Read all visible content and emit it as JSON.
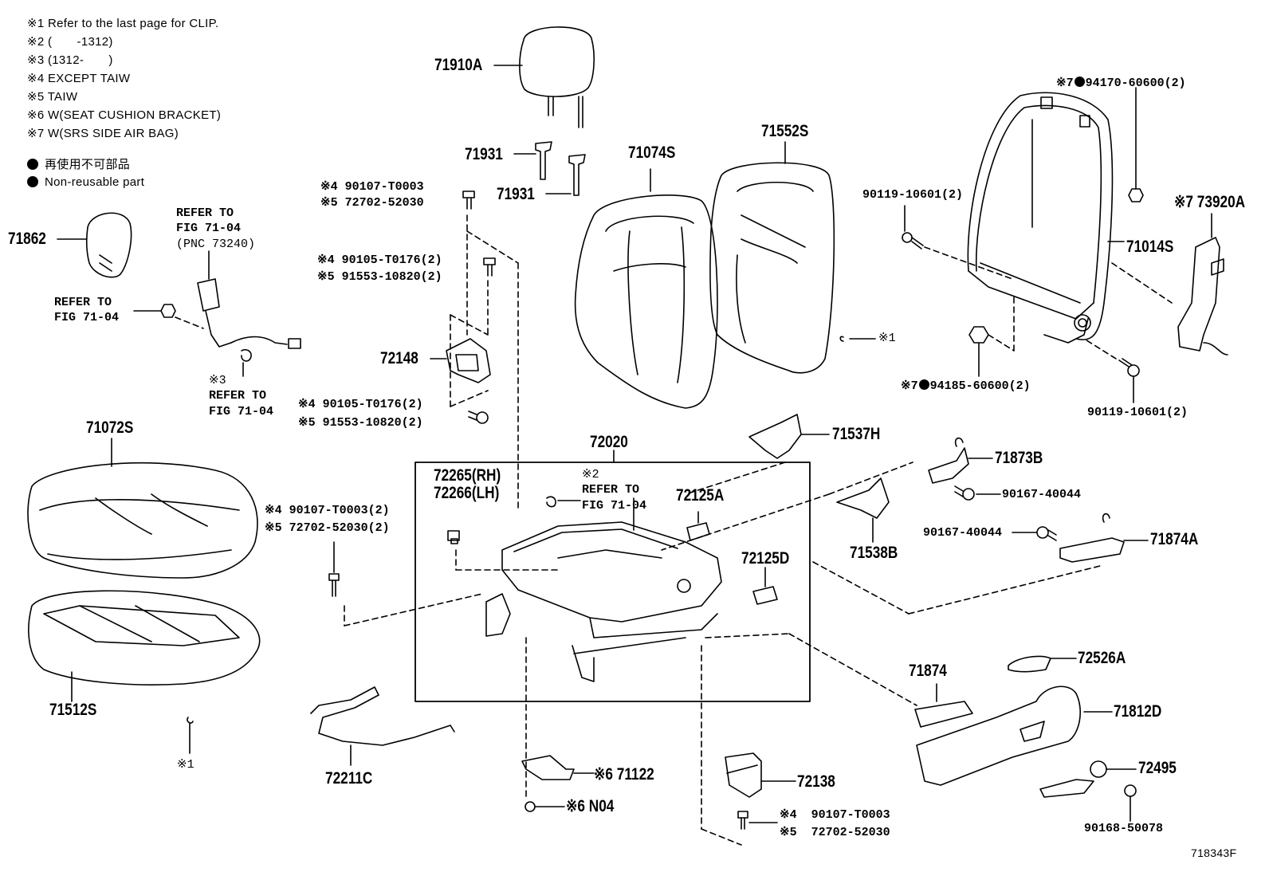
{
  "notes": {
    "n1": "※1 Refer to the last page for CLIP.",
    "n2": "※2 (       -1312)",
    "n3": "※3 (1312-       )",
    "n4": "※4 EXCEPT TAIW",
    "n5": "※5 TAIW",
    "n6": "※6 W(SEAT CUSHION BRACKET)",
    "n7": "※7 W(SRS SIDE AIR BAG)"
  },
  "legend": {
    "jp": "再使用不可部品",
    "en": "Non-reusable part"
  },
  "figure_id": "718343F",
  "parts": {
    "p71910A": "71910A",
    "p71931a": "71931",
    "p71931b": "71931",
    "p71074S": "71074S",
    "p71552S": "71552S",
    "p94170": "※7",
    "p94170b": "94170-60600(2)",
    "p90119a": "90119-10601(2)",
    "p73920A": "※7 73920A",
    "p71014S": "71014S",
    "p94185": "※7",
    "p94185b": "94185-60600(2)",
    "p90119b": "90119-10601(2)",
    "p71862": "71862",
    "refer1a": "REFER TO",
    "refer1b": "FIG 71-04",
    "refer1c": "(PNC 73240)",
    "refer2a": "REFER TO",
    "refer2b": "FIG 71-04",
    "refer3n": "※3",
    "refer3a": "REFER TO",
    "refer3b": "FIG 71-04",
    "b1a": "※4 90107-T0003",
    "b1b": "※5 72702-52030",
    "b2a": "※4 90105-T0176(2)",
    "b2b": "※5 91553-10820(2)",
    "p72148": "72148",
    "b3a": "※4 90105-T0176(2)",
    "b3b": "※5 91553-10820(2)",
    "clip1": "※1",
    "p71072S": "71072S",
    "p72020": "72020",
    "p72265": "72265(RH)",
    "p72266": "72266(LH)",
    "refer4n": "※2",
    "refer4a": "REFER TO",
    "refer4b": "FIG 71-04",
    "p72125A": "72125A",
    "p71537H": "71537H",
    "p71873B": "71873B",
    "p90167a": "90167-40044",
    "p90167b": "90167-40044",
    "p71874A": "71874A",
    "p71538B": "71538B",
    "b4a": "※4 90107-T0003(2)",
    "b4b": "※5 72702-52030(2)",
    "p72125D": "72125D",
    "p71512S": "71512S",
    "clip2": "※1",
    "p71874": "71874",
    "p72526A": "72526A",
    "p71812D": "71812D",
    "p72211C": "72211C",
    "p71122": "※6 71122",
    "pN04": "※6 N04",
    "p72138": "72138",
    "b5a": "※4  90107-T0003",
    "b5b": "※5  72702-52030",
    "p72495": "72495",
    "p90168": "90168-50078"
  }
}
